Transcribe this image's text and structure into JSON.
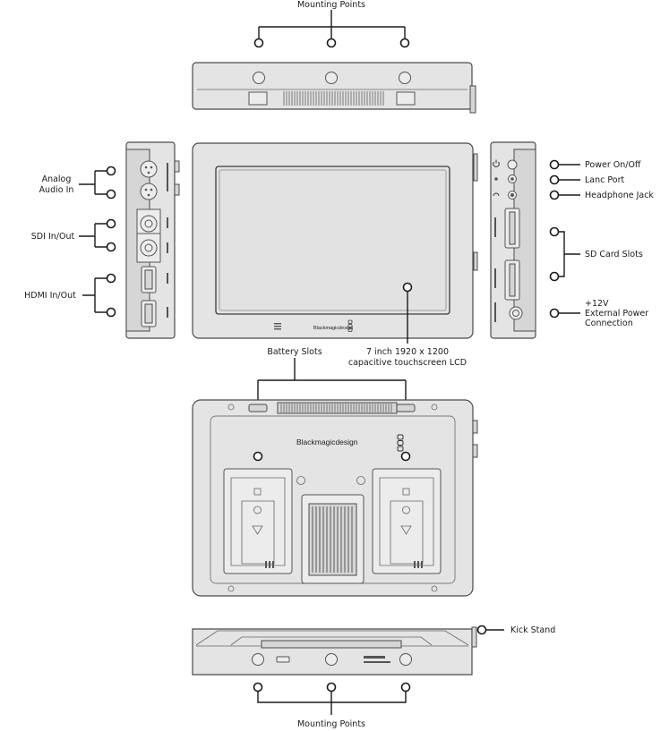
{
  "labels": {
    "mounting_points_top": "Mounting Points",
    "analog_audio_in_line1": "Analog",
    "analog_audio_in_line2": "Audio In",
    "sdi_in_out": "SDI In/Out",
    "hdmi_in_out": "HDMI In/Out",
    "power_on_off": "Power On/Off",
    "lanc_port": "Lanc Port",
    "headphone_jack": "Headphone Jack",
    "sd_card_slots": "SD Card Slots",
    "external_power_line1": "+12V",
    "external_power_line2": "External Power",
    "external_power_line3": "Connection",
    "lcd_line1": "7 inch 1920 x 1200",
    "lcd_line2": "capacitive touchscreen LCD",
    "battery_slots": "Battery Slots",
    "kick_stand": "Kick Stand",
    "mounting_points_bottom": "Mounting Points"
  },
  "branding": {
    "front_logo": "Blackmagicdesign",
    "back_logo": "Blackmagicdesign"
  },
  "icons": {
    "menu": "menu-icon",
    "power": "power-icon",
    "headphone": "headphone-icon"
  }
}
